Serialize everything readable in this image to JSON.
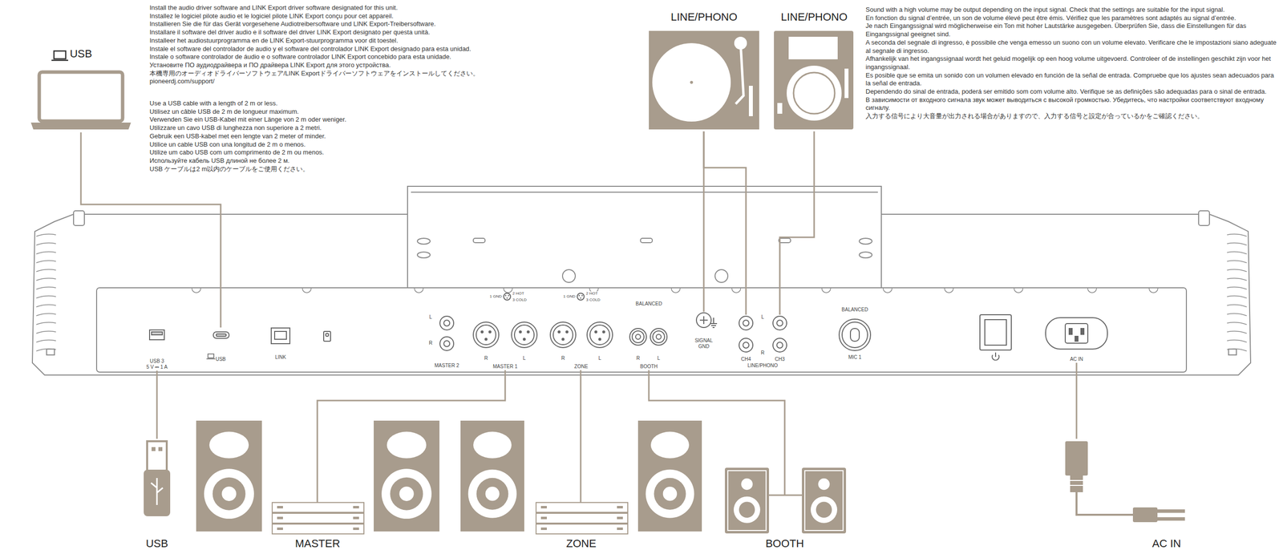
{
  "diagram": {
    "nodes": [
      {
        "text": [
          "USB"
        ]
      },
      {
        "text": [
          "LINE/PHONO"
        ]
      },
      {
        "text": [
          "LINE/PHONO"
        ]
      },
      {
        "text": [
          "USB 3",
          "5 V ⎓ 1 A"
        ]
      },
      {
        "text": [
          "USB"
        ]
      },
      {
        "text": [
          "MASTER 1"
        ]
      },
      {
        "text": [
          "ZONE"
        ]
      },
      {
        "text": [
          "BALANCED",
          "BOOTH"
        ]
      },
      {
        "text": [
          "SIGNAL GND"
        ]
      },
      {
        "text": [
          "CH4"
        ]
      },
      {
        "text": [
          "CH3"
        ]
      },
      {
        "text": [
          "AC IN"
        ]
      },
      {
        "text": [
          "USB"
        ]
      },
      {
        "text": [
          "MASTER"
        ]
      },
      {
        "text": [
          "ZONE"
        ]
      },
      {
        "text": [
          "BOOTH"
        ]
      },
      {
        "text": [
          "AC IN"
        ]
      }
    ],
    "edges": [
      {
        "from": 0,
        "to": 4,
        "arrow": "none"
      },
      {
        "from": 1,
        "to": 8,
        "arrow": "none"
      },
      {
        "from": 1,
        "to": 9,
        "arrow": "none"
      },
      {
        "from": 2,
        "to": 10,
        "arrow": "none"
      },
      {
        "from": 3,
        "to": 12,
        "arrow": "none"
      },
      {
        "from": 5,
        "to": 13,
        "arrow": "none"
      },
      {
        "from": 6,
        "to": 14,
        "arrow": "none"
      },
      {
        "from": 7,
        "to": 15,
        "arrow": "none"
      },
      {
        "from": 11,
        "to": 16,
        "arrow": "none"
      }
    ],
    "labels": [
      "Install the audio driver software and LINK Export driver software designated for this unit.",
      "Installez le logiciel pilote audio et le logiciel pilote LINK Export conçu pour cet appareil.",
      "Installieren Sie die für das Gerät vorgesehene Audiotreibersoftware und LINK Export-Treibersoftware.",
      "Installare il software del driver audio e il software del driver LINK Export designato per questa unità.",
      "Installeer het audiostuurprogramma en de LINK Export-stuurprogramma voor dit toestel.",
      "Instale el software del controlador de audio y el software del controlador LINK Export designado para esta unidad.",
      "Instale o software controlador de áudio e o software controlador LINK Export concebido para esta unidade.",
      "Установите ПО аудиодрайвера и ПО драйвера LINK Export для этого устройства.",
      "本機専用のオーディオドライバーソフトウェア/LINK Exportドライバーソフトウェアをインストールしてください。",
      "pioneerdj.com/support/",
      "Use a USB cable with a length of 2 m or less.",
      "Utilisez un câble USB de 2 m de longueur maximum.",
      "Verwenden Sie ein USB-Kabel mit einer Länge von 2 m oder weniger.",
      "Utilizzare un cavo USB di lunghezza non superiore a 2 metri.",
      "Gebruik een USB-kabel met een lengte van 2 meter of minder.",
      "Utilice un cable USB con una longitud de 2 m o menos.",
      "Utilize um cabo USB com um comprimento de 2 m ou menos.",
      "Используйте кабель USB длиной не более 2 м.",
      "USB ケーブルは2 m以内のケーブルをご使用ください。",
      "Sound with a high volume may be output depending on the input signal. Check that the settings are suitable for the input signal.",
      "En fonction du signal d’entrée, un son de volume élevé peut être émis. Vérifiez que les paramètres sont adaptés au signal d’entrée.",
      "Je nach Eingangssignal wird möglicherweise ein Ton mit hoher Lautstärke ausgegeben. Überprüfen Sie, dass die Einstellungen für das Eingangssignal geeignet sind.",
      "A seconda del segnale di ingresso, è possibile che venga emesso un suono con un volume elevato. Verificare che le impostazioni siano adeguate al segnale di ingresso.",
      "Afhankelijk van het ingangssignaal wordt het geluid mogelijk op een hoog volume uitgevoerd. Controleer of de instellingen geschikt zijn voor het ingangssignaal.",
      "Es posible que se emita un sonido con un volumen elevado en función de la señal de entrada. Compruebe que los ajustes sean adecuados para la señal de entrada.",
      "Dependendo do sinal de entrada, poderá ser emitido som com volume alto. Verifique se as definições são adequadas para o sinal de entrada.",
      "В зависимости от входного сигнала звук может выводиться с высокой громкостью. Убедитесь, что настройки соответствуют входному сигналу.",
      "入力する信号により大音量が出力される場合がありますので、入力する信号と設定が合っているかをご確認ください。",
      "L",
      "R",
      "MASTER 2",
      "1 GND",
      "2 HOT",
      "3 COLD",
      "1 GND",
      "2 HOT",
      "3 COLD",
      "R",
      "L",
      "R",
      "L",
      "R",
      "L",
      "LINK",
      "L",
      "R",
      "LINE/PHONO",
      "BALANCED",
      "MIC 1"
    ]
  }
}
